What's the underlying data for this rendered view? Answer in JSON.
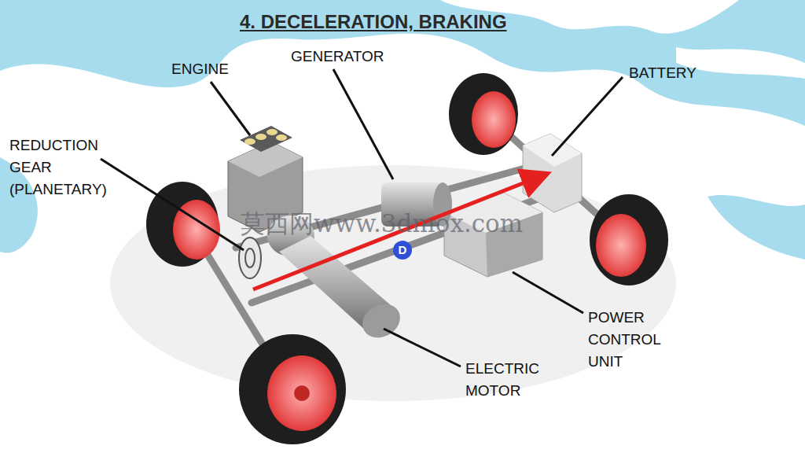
{
  "diagram": {
    "title": "4. DECELERATION, BRAKING",
    "labels": [
      "ENGINE",
      "GENERATOR",
      "BATTERY",
      "REDUCTION GEAR (PLANETARY)",
      "POWER CONTROL UNIT",
      "ELECTRIC MOTOR",
      "莫西网www.3dmox.com",
      "D"
    ]
  }
}
